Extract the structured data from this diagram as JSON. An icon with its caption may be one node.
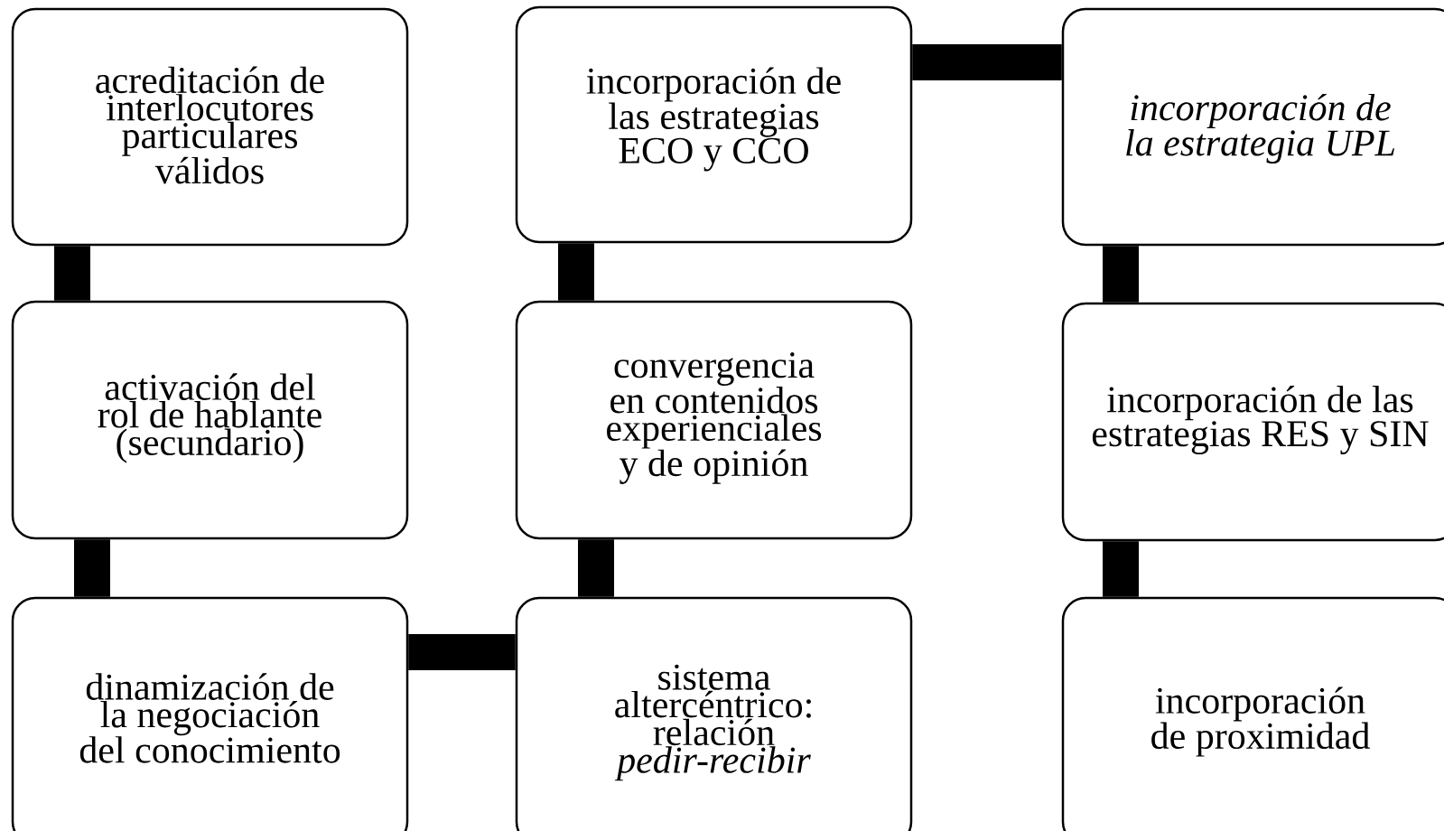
{
  "diagram": {
    "nodes": [
      {
        "text": [
          "acreditación de interlocutores particulares válidos"
        ]
      },
      {
        "text": [
          "activación del rol de hablante (secundario)"
        ]
      },
      {
        "text": [
          "dinamización de la negociación del conocimiento"
        ]
      },
      {
        "text": [
          "incorporación de las estrategias ECO y CCO"
        ]
      },
      {
        "text": [
          "convergencia en contenidos experienciales y de opinión"
        ]
      },
      {
        "text": [
          "sistema altercéntrico: relación *pedir-recibir*"
        ]
      },
      {
        "text": [
          "incorporación de la estrategia UPL"
        ]
      },
      {
        "text": [
          "incorporación de las estrategias RES y SIN"
        ]
      },
      {
        "text": [
          "incorporación de proximidad"
        ]
      }
    ],
    "edges": [
      {
        "from": 0,
        "to": 1,
        "arrow": "none"
      },
      {
        "from": 1,
        "to": 2,
        "arrow": "none"
      },
      {
        "from": 2,
        "to": 5,
        "arrow": "none"
      },
      {
        "from": 5,
        "to": 4,
        "arrow": "none"
      },
      {
        "from": 4,
        "to": 3,
        "arrow": "none"
      },
      {
        "from": 3,
        "to": 6,
        "arrow": "none"
      },
      {
        "from": 6,
        "to": 7,
        "arrow": "none"
      },
      {
        "from": 7,
        "to": 8,
        "arrow": "none"
      }
    ]
  }
}
